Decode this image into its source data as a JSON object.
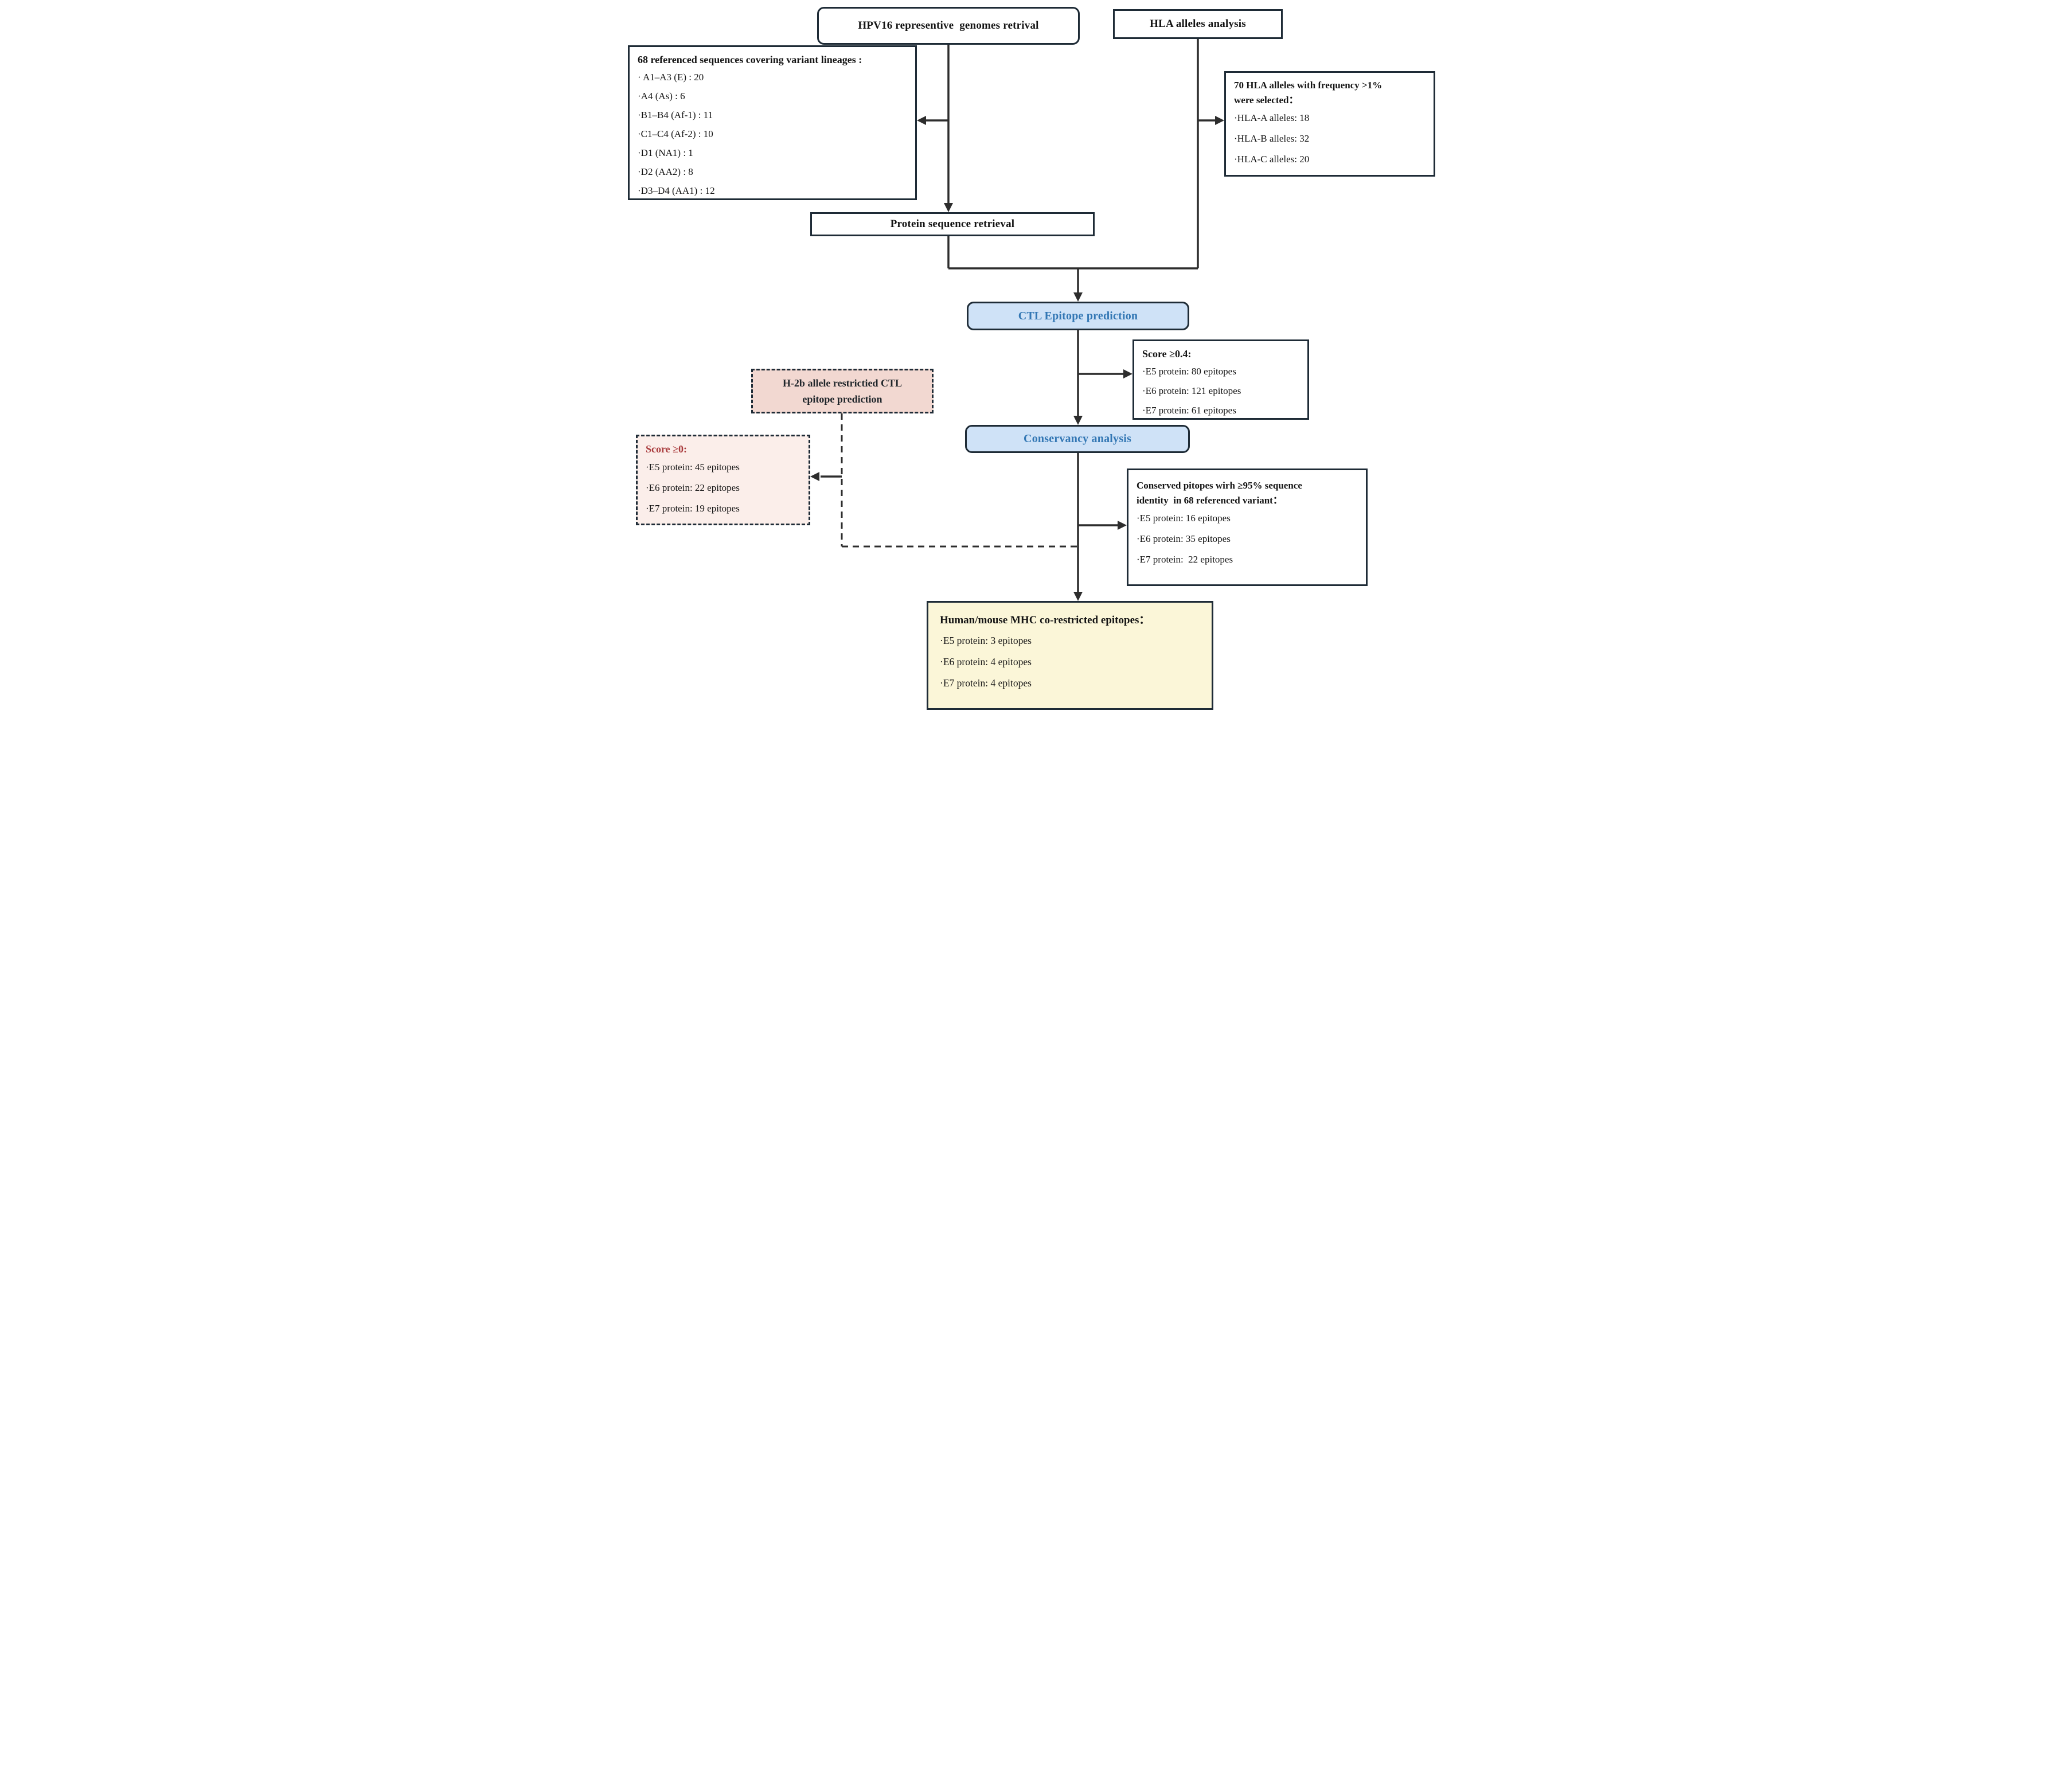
{
  "colors": {
    "box_border": "#1e2b36",
    "connector_line": "#2d2d2d",
    "process_fill_blue": "#cfe2f7",
    "process_text_blue": "#3377b4",
    "mouse_box_fill_pink": "#f2d8d1",
    "mouse_result_fill_pink": "#fbeeea",
    "score0_title_red": "#a93a3c",
    "final_box_fill_yellow": "#fbf6d8"
  },
  "nodes": {
    "hpv16_box": {
      "label": "HPV16 representive  genomes retrival"
    },
    "hla_box": {
      "label": "HLA alleles analysis"
    },
    "ref_sequences_box": {
      "title": "68 referenced sequences covering variant lineages :",
      "items": [
        "· A1–A3 (E) : 20",
        "·A4 (As) : 6",
        "·B1–B4 (Af-1) : 11",
        "·C1–C4 (Af-2) : 10",
        "·D1 (NA1) : 1",
        "·D2 (AA2) : 8",
        "·D3–D4 (AA1) : 12"
      ]
    },
    "hla_alleles_box": {
      "title_lines": [
        "70 HLA alleles with frequency >1%",
        "were selected："
      ],
      "items": [
        "·HLA-A alleles: 18",
        "·HLA-B alleles: 32",
        "·HLA-C alleles: 20"
      ]
    },
    "protein_box": {
      "label": "Protein sequence retrieval"
    },
    "ctl_prediction_box": {
      "label": "CTL Epitope prediction"
    },
    "score_04_box": {
      "title": "Score ≥0.4:",
      "items": [
        "·E5 protein: 80 epitopes",
        "·E6 protein: 121 epitopes",
        "·E7 protein: 61 epitopes"
      ]
    },
    "h2b_box": {
      "title_lines": [
        "H-2b allele restrictied CTL",
        "epitope prediction"
      ]
    },
    "score_0_box": {
      "title": "Score ≥0:",
      "items": [
        "·E5 protein: 45 epitopes",
        "·E6 protein: 22 epitopes",
        "·E7 protein: 19 epitopes"
      ]
    },
    "conservancy_box": {
      "label": "Conservancy analysis"
    },
    "conserved_box": {
      "title_lines": [
        "Conserved pitopes wirh ≥95% sequence",
        "identity  in 68 referenced variant："
      ],
      "items": [
        "·E5 protein: 16 epitopes",
        "·E6 protein: 35 epitopes",
        "·E7 protein:  22 epitopes"
      ]
    },
    "mhc_box": {
      "title": "Human/mouse MHC co-restricted epitopes：",
      "items": [
        "·E5 protein: 3 epitopes",
        "·E6 protein: 4 epitopes",
        "·E7 protein: 4 epitopes"
      ]
    }
  }
}
